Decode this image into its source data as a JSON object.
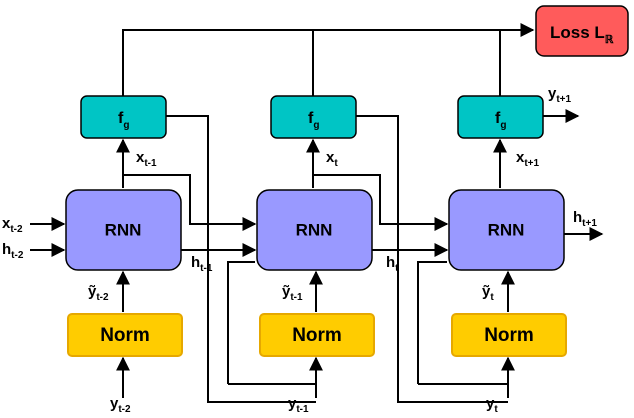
{
  "loss": {
    "label": "Loss L",
    "sub": "ℝ"
  },
  "nodes": {
    "fg": {
      "label": "f",
      "sub": "g"
    },
    "rnn": {
      "label": "RNN"
    },
    "norm": {
      "label": "Norm"
    }
  },
  "inputs": {
    "x_t2": {
      "label": "x",
      "sub": "t-2"
    },
    "h_t2": {
      "label": "h",
      "sub": "t-2"
    }
  },
  "outputs": {
    "y_t1": {
      "label": "y",
      "sub": "t+1"
    },
    "h_t1": {
      "label": "h",
      "sub": "t+1"
    }
  },
  "steps": [
    {
      "x_label": "x",
      "x_sub": "t-1",
      "h_label": "h",
      "h_sub": "t-1",
      "ytilde_label": "ỹ",
      "ytilde_sub": "t-2",
      "y_label": "y",
      "y_sub": "t-2"
    },
    {
      "x_label": "x",
      "x_sub": "t",
      "h_label": "h",
      "h_sub": "t",
      "ytilde_label": "ỹ",
      "ytilde_sub": "t-1",
      "y_label": "y",
      "y_sub": "t-1"
    },
    {
      "x_label": "x",
      "x_sub": "t+1",
      "h_label": "",
      "h_sub": "",
      "ytilde_label": "ỹ",
      "ytilde_sub": "t",
      "y_label": "y",
      "y_sub": "t"
    }
  ],
  "colors": {
    "fg_fill": "#00c5c5",
    "rnn_fill": "#9999ff",
    "norm_fill": "#ffcc00",
    "norm_stroke": "#e6a800",
    "loss_fill": "#ff5b5b",
    "line": "#000000"
  }
}
